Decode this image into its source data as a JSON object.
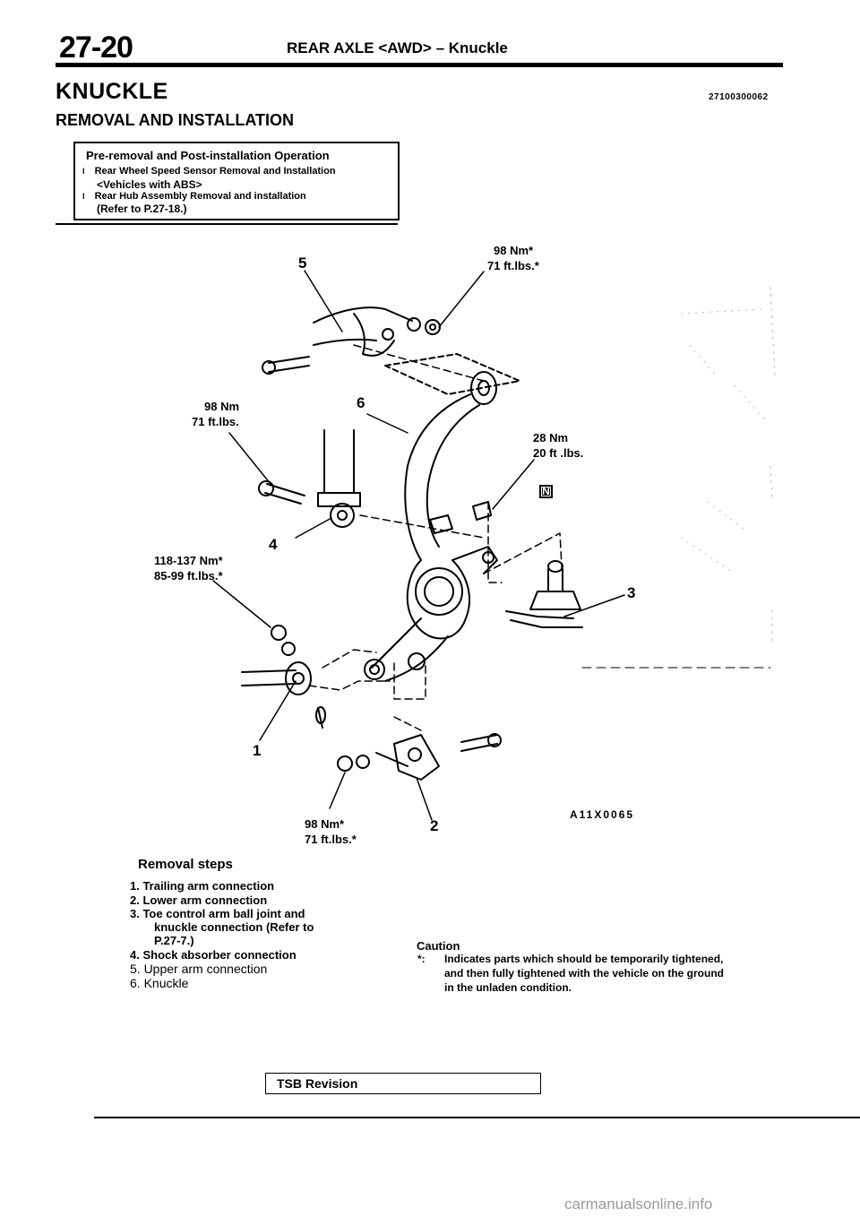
{
  "header": {
    "page_number": "27-20",
    "title": "REAR AXLE <AWD> – Knuckle",
    "doc_code": "27100300062"
  },
  "section_title": "KNUCKLE",
  "subsection_title": "REMOVAL AND INSTALLATION",
  "prep_box": {
    "heading": "Pre-removal and Post-installation Operation",
    "items": [
      {
        "bullet": "l",
        "text": "Rear Wheel Speed Sensor Removal and Installation",
        "continuation": "<Vehicles with ABS>"
      },
      {
        "bullet": "l",
        "text": "Rear Hub Assembly Removal and installation",
        "continuation": "(Refer to P.27-18.)"
      }
    ]
  },
  "diagram": {
    "torque_labels": [
      {
        "line1": "98 Nm*",
        "line2": "71 ft.lbs.*"
      },
      {
        "line1": "98 Nm",
        "line2": "71 ft.lbs."
      },
      {
        "line1": "28 Nm",
        "line2": "20 ft .lbs."
      },
      {
        "line1": "118-137 Nm*",
        "line2": "85-99 ft.lbs.*"
      },
      {
        "line1": "98 Nm*",
        "line2": "71 ft.lbs.*"
      }
    ],
    "callouts": [
      "5",
      "6",
      "4",
      "3",
      "1",
      "2"
    ],
    "n_marker": "N",
    "figure_code": "A11X0065"
  },
  "removal_steps": {
    "heading": "Removal steps",
    "steps": [
      "1. Trailing arm connection",
      "2. Lower arm connection",
      "3. Toe control arm ball joint and",
      "knuckle connection (Refer to",
      "P.27-7.)",
      "4. Shock absorber connection",
      "5. Upper arm connection",
      "6.  Knuckle"
    ]
  },
  "caution": {
    "title": "Caution",
    "marker": "*:",
    "lines": [
      "Indicates parts which should be temporarily tightened,",
      "and then fully tightened with the vehicle on the ground",
      "in the unladen condition."
    ]
  },
  "footer": {
    "tsb_label": "TSB Revision",
    "watermark": "carmanualsonline.info"
  }
}
